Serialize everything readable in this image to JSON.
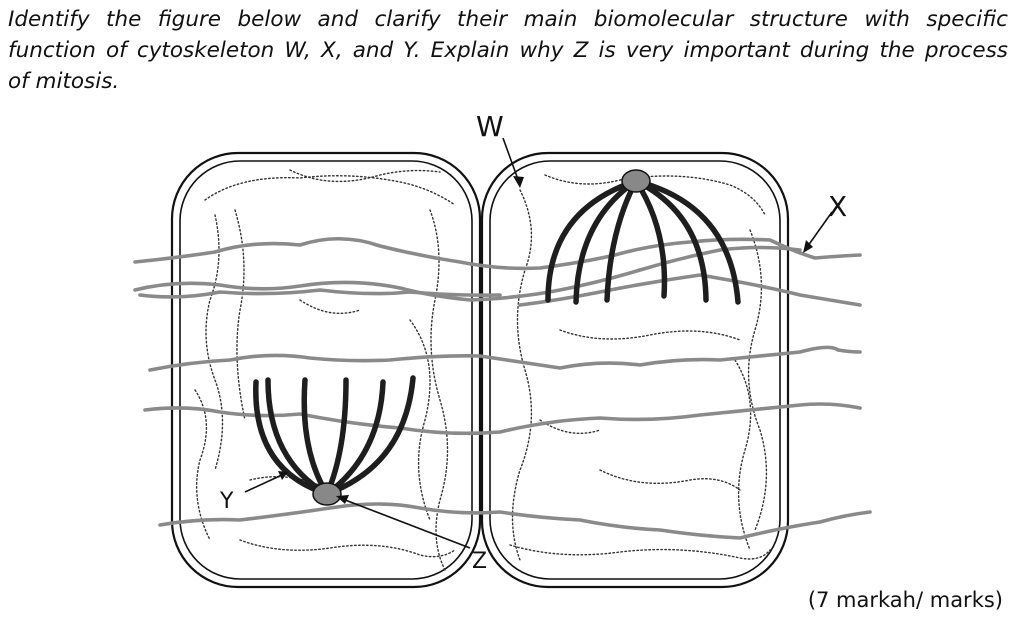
{
  "question": {
    "lines": [
      "Identify the figure below and clarify their main biomolecular structure with specific",
      "function of cytoskeleton W, X, and Y. Explain why Z is very important during the process",
      "of mitosis."
    ]
  },
  "diagram": {
    "labels": {
      "w": "W",
      "x": "X",
      "y": "Y",
      "z": "Z"
    },
    "colors": {
      "outline": "#111111",
      "x_filament": "#8a8a8a",
      "y_fiber": "#1e1e1e",
      "w_dotted": "#333333",
      "centrosome_fill": "#888888"
    }
  },
  "marks": "(7 markah/ marks)"
}
